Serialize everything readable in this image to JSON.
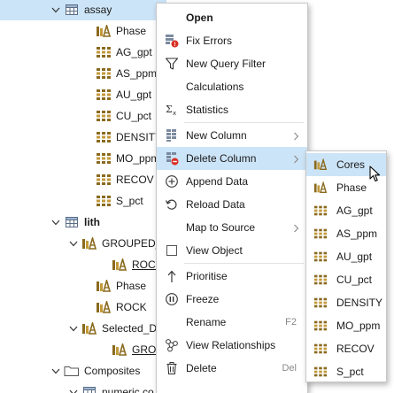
{
  "tree": {
    "items": [
      {
        "label": "assay",
        "indent": 1,
        "icon": "table",
        "chevron": "down",
        "bold": false,
        "underline": false,
        "selected": true
      },
      {
        "label": "Phase",
        "indent": 3,
        "icon": "category",
        "chevron": "",
        "bold": false,
        "underline": false,
        "selected": false
      },
      {
        "label": "AG_gpt",
        "indent": 3,
        "icon": "numeric",
        "chevron": "",
        "bold": false,
        "underline": false,
        "selected": false
      },
      {
        "label": "AS_ppm",
        "indent": 3,
        "icon": "numeric",
        "chevron": "",
        "bold": false,
        "underline": false,
        "selected": false
      },
      {
        "label": "AU_gpt",
        "indent": 3,
        "icon": "numeric",
        "chevron": "",
        "bold": false,
        "underline": false,
        "selected": false
      },
      {
        "label": "CU_pct",
        "indent": 3,
        "icon": "numeric",
        "chevron": "",
        "bold": false,
        "underline": false,
        "selected": false
      },
      {
        "label": "DENSITY",
        "indent": 3,
        "icon": "numeric",
        "chevron": "",
        "bold": false,
        "underline": false,
        "selected": false
      },
      {
        "label": "MO_ppm",
        "indent": 3,
        "icon": "numeric",
        "chevron": "",
        "bold": false,
        "underline": false,
        "selected": false
      },
      {
        "label": "RECOV",
        "indent": 3,
        "icon": "numeric",
        "chevron": "",
        "bold": false,
        "underline": false,
        "selected": false
      },
      {
        "label": "S_pct",
        "indent": 3,
        "icon": "numeric",
        "chevron": "",
        "bold": false,
        "underline": false,
        "selected": false
      },
      {
        "label": "lith",
        "indent": 1,
        "icon": "table",
        "chevron": "down",
        "bold": true,
        "underline": false,
        "selected": false
      },
      {
        "label": "GROUPED_I",
        "indent": 2,
        "icon": "category",
        "chevron": "down",
        "bold": false,
        "underline": false,
        "selected": false
      },
      {
        "label": "ROCK",
        "indent": 4,
        "icon": "category",
        "chevron": "",
        "bold": false,
        "underline": true,
        "selected": false
      },
      {
        "label": "Phase",
        "indent": 3,
        "icon": "category",
        "chevron": "",
        "bold": false,
        "underline": false,
        "selected": false
      },
      {
        "label": "ROCK",
        "indent": 3,
        "icon": "category",
        "chevron": "",
        "bold": false,
        "underline": false,
        "selected": false
      },
      {
        "label": "Selected_D",
        "indent": 2,
        "icon": "category",
        "chevron": "down",
        "bold": false,
        "underline": false,
        "selected": false
      },
      {
        "label": "GROUPI",
        "indent": 4,
        "icon": "category",
        "chevron": "",
        "bold": false,
        "underline": true,
        "selected": false
      },
      {
        "label": "Composites",
        "indent": 1,
        "icon": "folder",
        "chevron": "down",
        "bold": false,
        "underline": false,
        "selected": false
      },
      {
        "label": "numeric co",
        "indent": 2,
        "icon": "table",
        "chevron": "down",
        "bold": false,
        "underline": false,
        "selected": false
      }
    ]
  },
  "context_menu": {
    "items": [
      {
        "label": "Open",
        "icon": "",
        "bold": true,
        "submenu": false,
        "shortcut": "",
        "separator_before": false
      },
      {
        "label": "Fix Errors",
        "icon": "fix-errors",
        "bold": false,
        "submenu": false,
        "shortcut": "",
        "separator_before": false
      },
      {
        "label": "New Query Filter",
        "icon": "filter",
        "bold": false,
        "submenu": false,
        "shortcut": "",
        "separator_before": false
      },
      {
        "label": "Calculations",
        "icon": "",
        "bold": false,
        "submenu": false,
        "shortcut": "",
        "separator_before": false
      },
      {
        "label": "Statistics",
        "icon": "statistics",
        "bold": false,
        "submenu": false,
        "shortcut": "",
        "separator_before": false
      },
      {
        "label": "New Column",
        "icon": "new-column",
        "bold": false,
        "submenu": true,
        "shortcut": "",
        "separator_before": true
      },
      {
        "label": "Delete Column",
        "icon": "delete-column",
        "bold": false,
        "submenu": true,
        "shortcut": "",
        "separator_before": false,
        "highlighted": true
      },
      {
        "label": "Append Data",
        "icon": "append",
        "bold": false,
        "submenu": false,
        "shortcut": "",
        "separator_before": false
      },
      {
        "label": "Reload Data",
        "icon": "reload",
        "bold": false,
        "submenu": false,
        "shortcut": "",
        "separator_before": false
      },
      {
        "label": "Map to Source",
        "icon": "",
        "bold": false,
        "submenu": true,
        "shortcut": "",
        "separator_before": false
      },
      {
        "label": "View Object",
        "icon": "checkbox",
        "bold": false,
        "submenu": false,
        "shortcut": "",
        "separator_before": false
      },
      {
        "label": "Prioritise",
        "icon": "arrow-up",
        "bold": false,
        "submenu": false,
        "shortcut": "",
        "separator_before": true
      },
      {
        "label": "Freeze",
        "icon": "freeze",
        "bold": false,
        "submenu": false,
        "shortcut": "",
        "separator_before": false
      },
      {
        "label": "Rename",
        "icon": "",
        "bold": false,
        "submenu": false,
        "shortcut": "F2",
        "separator_before": false
      },
      {
        "label": "View Relationships",
        "icon": "relationships",
        "bold": false,
        "submenu": false,
        "shortcut": "",
        "separator_before": false
      },
      {
        "label": "Delete",
        "icon": "trash",
        "bold": false,
        "submenu": false,
        "shortcut": "Del",
        "separator_before": false
      }
    ]
  },
  "submenu": {
    "items": [
      {
        "label": "Cores",
        "icon": "category",
        "highlighted": true
      },
      {
        "label": "Phase",
        "icon": "category",
        "highlighted": false
      },
      {
        "label": "AG_gpt",
        "icon": "numeric",
        "highlighted": false
      },
      {
        "label": "AS_ppm",
        "icon": "numeric",
        "highlighted": false
      },
      {
        "label": "AU_gpt",
        "icon": "numeric",
        "highlighted": false
      },
      {
        "label": "CU_pct",
        "icon": "numeric",
        "highlighted": false
      },
      {
        "label": "DENSITY",
        "icon": "numeric",
        "highlighted": false
      },
      {
        "label": "MO_ppm",
        "icon": "numeric",
        "highlighted": false
      },
      {
        "label": "RECOV",
        "icon": "numeric",
        "highlighted": false
      },
      {
        "label": "S_pct",
        "icon": "numeric",
        "highlighted": false
      }
    ]
  },
  "colors": {
    "selection": "#cce4f7",
    "numeric_icon": "#8a6a1e",
    "category_icon": "#c39a3a",
    "error_red": "#d93025",
    "icon_blue": "#3b6ea8"
  }
}
